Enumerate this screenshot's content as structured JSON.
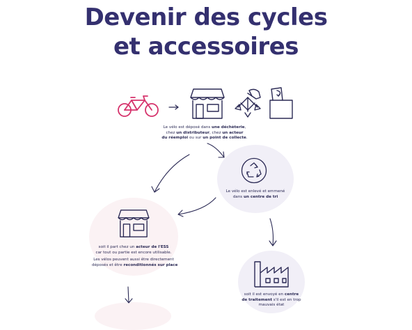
{
  "title": {
    "line1": "Devenir des cycles",
    "line2": "et accessoires"
  },
  "step_deposit": {
    "p1": "Le vélo est déposé dans ",
    "b1": "une déchèterie",
    "p2": ",",
    "p3": "chez ",
    "b2": "un distributeur",
    "p4": ", chez ",
    "b3": "un acteur",
    "b4": "du réemploi",
    "p5": " ou sur ",
    "b5": "un point de collecte",
    "p6": "."
  },
  "step_sorting": {
    "p1": "Le vélo est enlevé et emmené",
    "p2": "dans ",
    "b1": "un centre de tri"
  },
  "step_ess": {
    "p1": "soit il part chez un ",
    "b1": "acteur de l'ESS",
    "p2": "car tout ou partie est encore utilisable.",
    "p3": "Les vélos peuvent aussi être directement",
    "p4": "déposés et être ",
    "b2": "reconditionnés sur place"
  },
  "step_treatment": {
    "p1": "soit il est envoyé en ",
    "b1": "centre",
    "b2": "de traitement",
    "p2": " s'il est en trop",
    "p3": "mauvais état"
  },
  "colors": {
    "title": "#34306f",
    "bike": "#d6336c",
    "text": "#2b2a55",
    "blob_purple": "#f1eff7",
    "blob_pink": "#fbf2f4"
  }
}
